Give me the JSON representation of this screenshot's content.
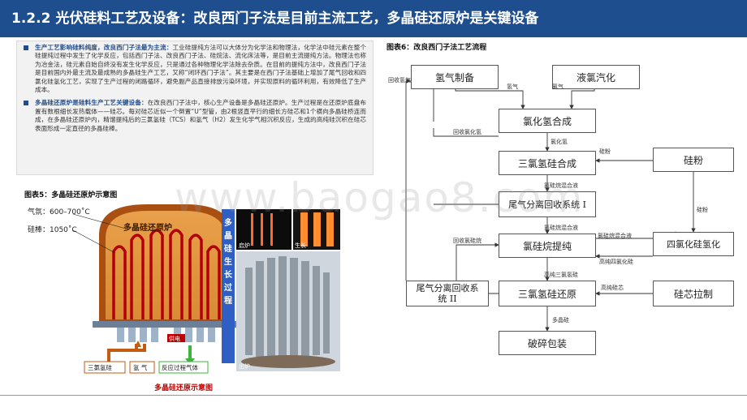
{
  "header": {
    "title": "1.2.2 光伏硅料工艺及设备：改良西门子法是目前主流工艺，多晶硅还原炉是关键设备"
  },
  "text_box": {
    "para1": {
      "lead": "生产工艺影响硅料纯度，改良西门子法最为主流：",
      "body": "工业硅提纯方法可以大体分为化学法和物理法，化学法中硅元素在整个硅提纯过程中发生了化学反应，包括西门子法、改良西门子法、硅烷法、流化床法等，是目前主流提纯方法。物理法也称为冶金法，硅元素自始自终没有发生化学反应，只是通过各种物理化学法除去杂质。在目前的提纯方法中，改良西门子法是目前国内外最主流及最成熟的多晶硅生产工艺，又称“闭环西门子法”。其主要是在西门子法基础上增加了尾气回收和四氯化硅氢化工艺，实现了生产过程的闭路循环，避免副产品直接排放污染环境，并实现原料的循环利用，有效降低了生产成本。"
    },
    "para2": {
      "lead": "多晶硅还原炉是硅料生产工艺关键设备：",
      "body": "在改良西门子法中，核心生产设备是多晶硅还原炉。生产过程是在还原炉底盘布置有数根细长发热载体——硅芯。每对硅芯近似一个倒置“U”型管，由2根竖直平行的细长方硅芯和1个横向多晶硅桥连而成，在多晶硅还原炉内，精馏提纯后的三氯氢硅（TCS）和氢气（H2）发生化学气相沉积反应，生成的高纯硅沉积在硅芯表面形成一定直径的多晶硅棒。"
    }
  },
  "figure5": {
    "title": "图表5：多晶硅还原炉示意图",
    "gas_label": "气氛：600–700˚C",
    "rod_label": "硅棒：1050˚C",
    "furnace_label": "多晶硅还原炉",
    "power_label": "供电",
    "inputs": [
      "三氯氢硅",
      "氢 气"
    ],
    "output_label": "反应过程气体",
    "caption": "多晶硅还原示意图",
    "side_title": "多晶硅生长过程",
    "photo_labels": [
      "启炉",
      "生长",
      "出炉"
    ]
  },
  "figure6": {
    "title": "图表6：改良西门子法工艺流程",
    "nodes": {
      "h2_prep": "氢气制备",
      "cl_vap": "液氯汽化",
      "hcl_syn": "氯化氢合成",
      "tcs_syn": "三氯氢硅合成",
      "si_powder": "硅粉",
      "tail1": "尾气分离回收系统 I",
      "stc_h": "四氯化硅氢化",
      "purify": "氯硅烷提纯",
      "tail2": "尾气分离回收系统 II",
      "reduce": "三氯氢硅还原",
      "core": "硅芯拉制",
      "pack": "破碎包装"
    },
    "labels": {
      "recover_h2": "回收氢气",
      "h2_a": "氢气",
      "cl2": "氯气",
      "recover_hcl": "回收氯化氢",
      "hcl": "氯化氢",
      "si_powder_in": "硅粉",
      "si_powder_side": "硅粉",
      "chlorosilane_mix1": "氯硅烷混合液",
      "chlorosilane_mix2": "氯硅烷混合液",
      "chlorosilane_mix3": "氯硅烷混合液",
      "recover_chlorosilane": "回收氯硅烷",
      "hp_tcs": "高纯三氯氢硅",
      "hp_stc": "高纯四氯化硅",
      "hp_core": "高纯硅芯",
      "poly": "多晶硅"
    }
  },
  "watermark": "www.baogao8.com"
}
